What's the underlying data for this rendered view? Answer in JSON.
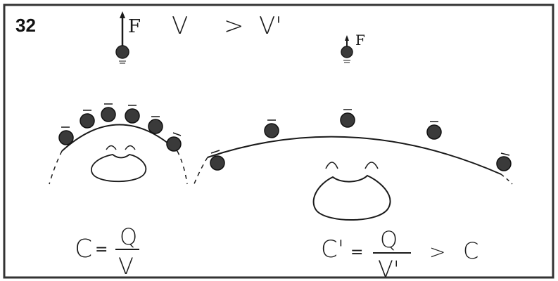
{
  "figure": {
    "number": "32",
    "top_relation": {
      "left": "V",
      "op": ">",
      "right": "V'"
    },
    "force_label_left": "F",
    "force_label_right": "F"
  },
  "formulas": {
    "left": {
      "lhs": "C",
      "eq": "=",
      "num": "Q",
      "den": "V"
    },
    "right": {
      "lhs": "C'",
      "eq": "=",
      "num": "Q",
      "den": "V'",
      "op": ">",
      "rhs": "C"
    }
  },
  "colors": {
    "ink": "#1a1a1a",
    "border": "#333333",
    "charge_fill": "#3a3a3a"
  }
}
